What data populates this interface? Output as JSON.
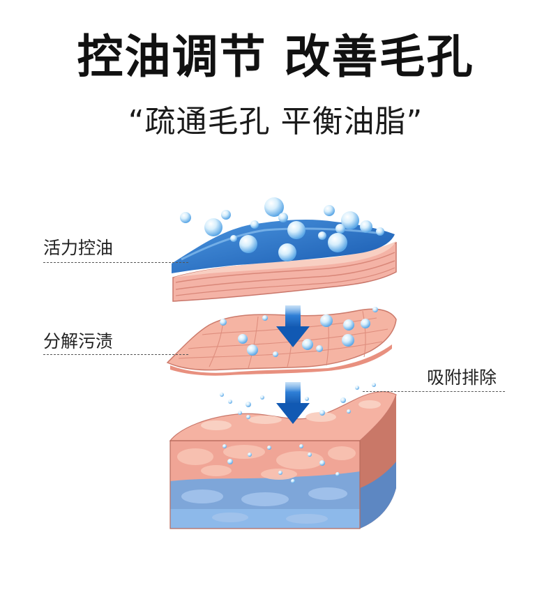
{
  "title": "控油调节 改善毛孔",
  "subtitle": "“疏通毛孔 平衡油脂”",
  "labels": {
    "layer1": "活力控油",
    "layer2": "分解污渍",
    "layer3": "吸附排除"
  },
  "colors": {
    "text": "#111111",
    "water_blue": "#1f6fc4",
    "arrow_blue": "#1565c0",
    "skin_pink": "#f2a89c",
    "skin_light": "#f8c9b8",
    "deep_blue": "#6f9bd6",
    "bubble": "#bfe2fb"
  },
  "icons": {
    "arrows": "down-arrow-icon",
    "bubbles": "bubble-icon"
  }
}
